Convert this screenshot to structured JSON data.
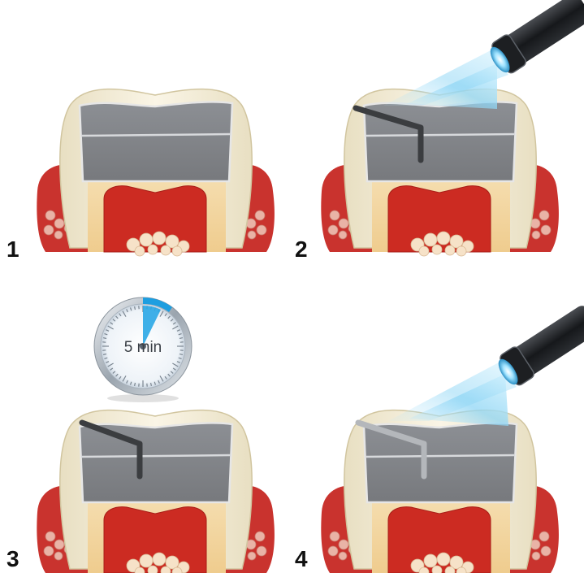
{
  "steps": [
    {
      "label": "1",
      "probe": "none",
      "light": false
    },
    {
      "label": "2",
      "probe": "dark",
      "light": true
    },
    {
      "label": "3",
      "probe": "dark",
      "light": false,
      "timer": "5 min"
    },
    {
      "label": "4",
      "probe": "faded",
      "light": true
    }
  ],
  "colors": {
    "enamel": "#f2ead3",
    "enamel_edge": "#d6cba9",
    "dentin": "#f4d8a5",
    "pulp": "#cc2b22",
    "pulp_bone": "#f3dcc2",
    "gum": "#c9332e",
    "gum_light": "#e4a59a",
    "filling": "#7f8287",
    "probe_dark": "#3b3d40",
    "probe_faded": "#b4b7bb",
    "light_beam": "#7fd0f2",
    "timer_accent": "#1d9ee0"
  },
  "icons": [
    "tooth-icon",
    "curing-light-icon",
    "stopwatch-icon",
    "probe-icon"
  ]
}
